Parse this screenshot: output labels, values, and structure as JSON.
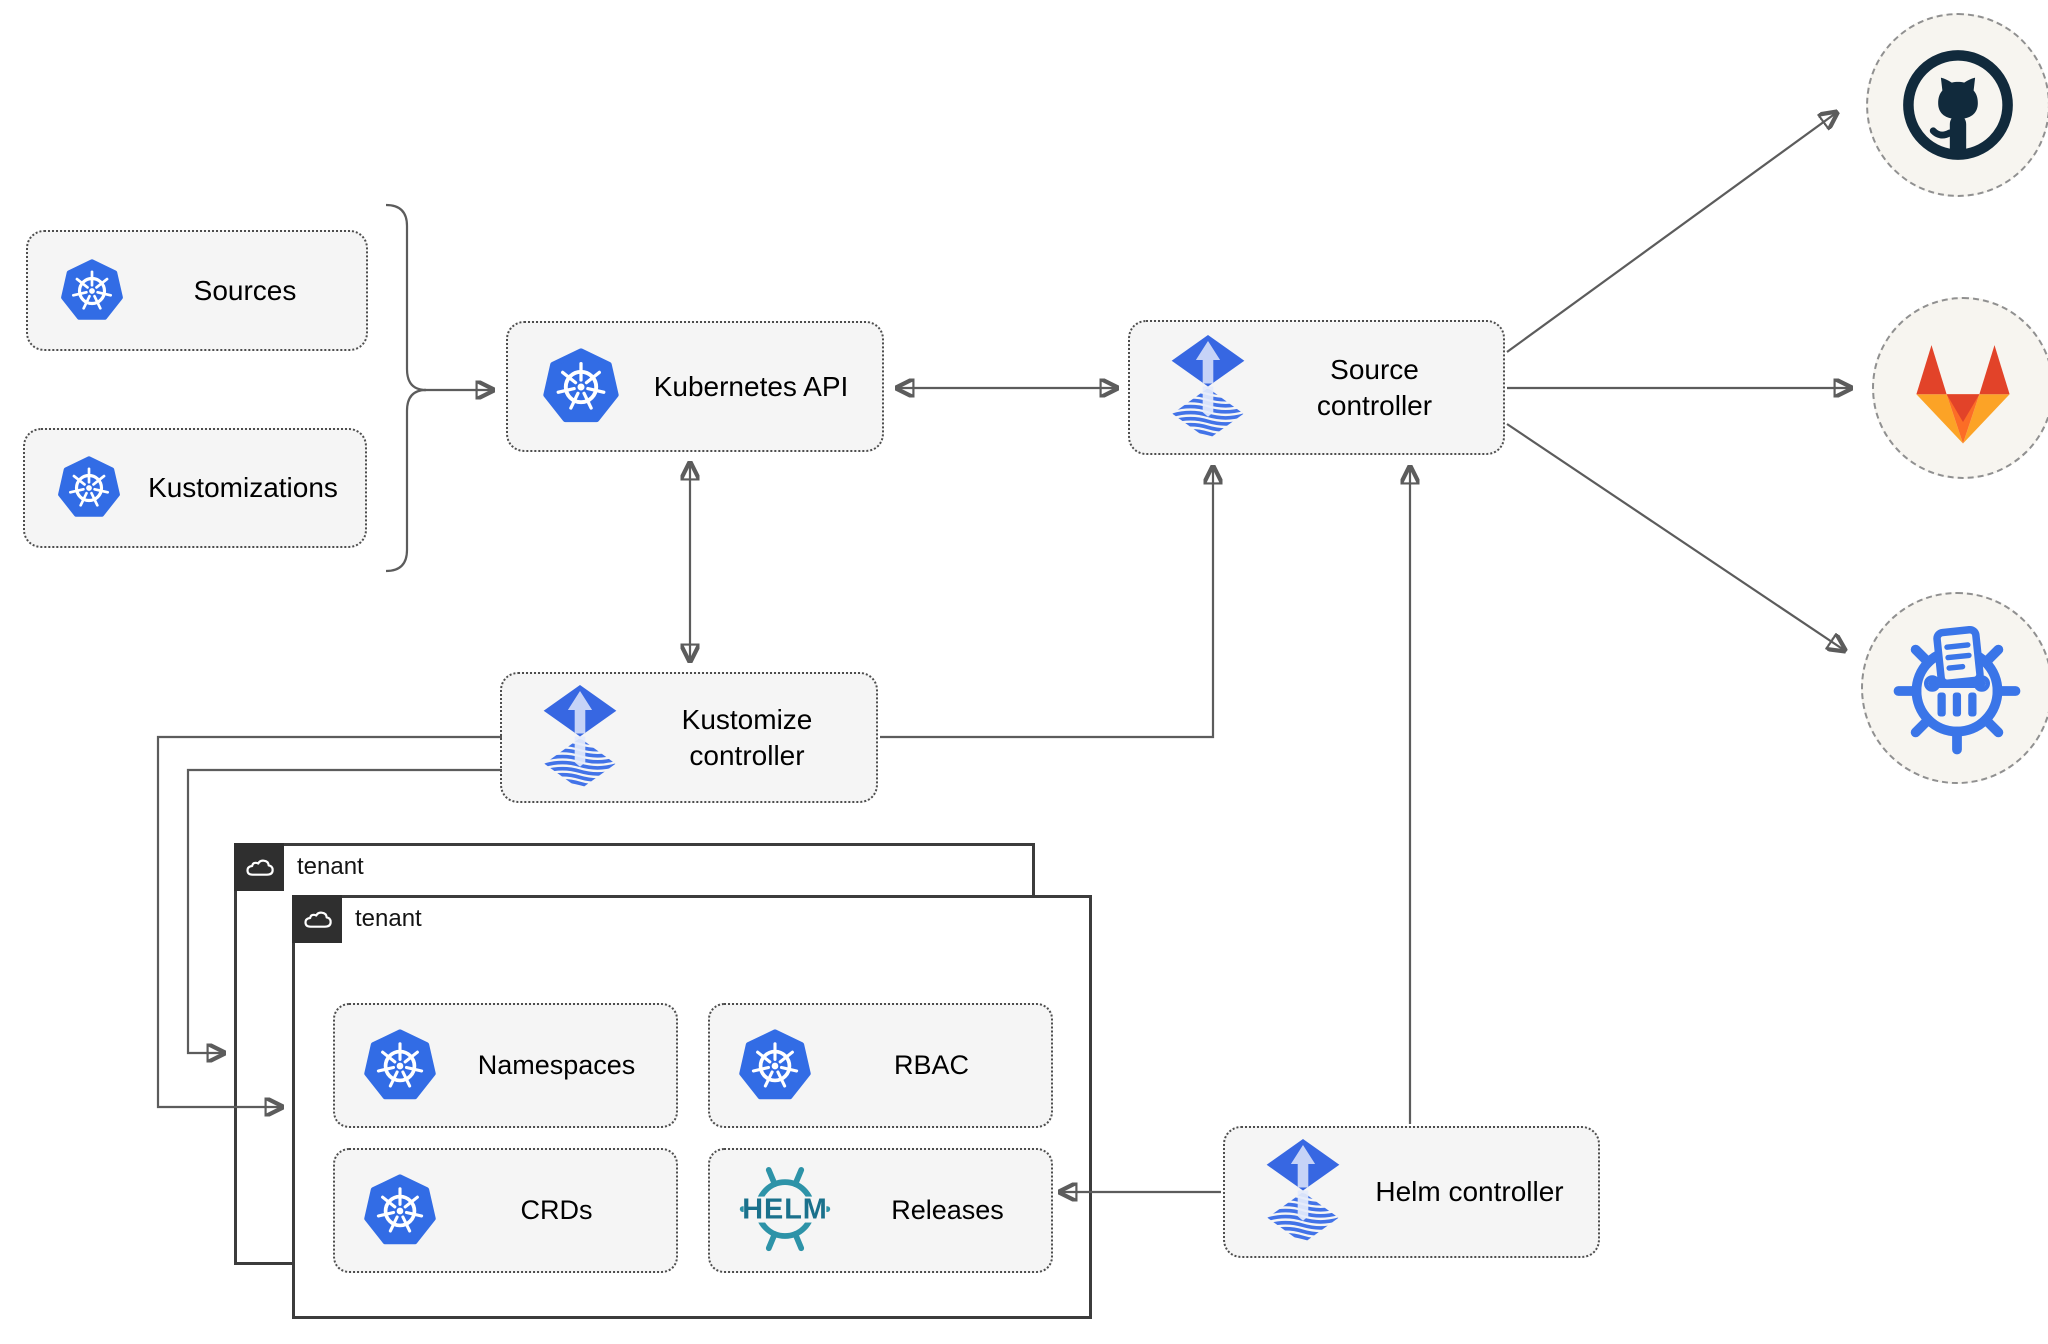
{
  "nodes": {
    "sources": {
      "label": "Sources",
      "icon": "kubernetes-icon"
    },
    "kustomizations": {
      "label": "Kustomizations",
      "icon": "kubernetes-icon"
    },
    "kubernetes_api": {
      "label": "Kubernetes API",
      "icon": "kubernetes-icon"
    },
    "source_controller": {
      "label": "Source controller",
      "icon": "flux-icon"
    },
    "kustomize_controller": {
      "label": "Kustomize controller",
      "icon": "flux-icon"
    },
    "helm_controller": {
      "label": "Helm controller",
      "icon": "flux-icon"
    },
    "namespaces": {
      "label": "Namespaces",
      "icon": "kubernetes-icon"
    },
    "rbac": {
      "label": "RBAC",
      "icon": "kubernetes-icon"
    },
    "crds": {
      "label": "CRDs",
      "icon": "kubernetes-icon"
    },
    "releases": {
      "label": "Releases",
      "icon": "helm-icon"
    }
  },
  "tenants": {
    "outer": {
      "label": "tenant",
      "icon": "cloud-icon"
    },
    "inner": {
      "label": "tenant",
      "icon": "cloud-icon"
    }
  },
  "remotes": {
    "github": {
      "icon": "github-icon"
    },
    "gitlab": {
      "icon": "gitlab-icon"
    },
    "chartmuseum": {
      "icon": "chartmuseum-icon"
    }
  },
  "helm_logo": {
    "text": "HELM"
  },
  "colors": {
    "kubernetes_blue": "#326ce5",
    "flux_blue": "#3767e2",
    "flux_arrow": "#c6d3f7",
    "helm_teal": "#2d93a8",
    "helm_text_teal": "#1a718c",
    "github_dark": "#112a3c",
    "gitlab_red": "#e24329",
    "gitlab_amber": "#fca326",
    "gitlab_orange": "#fc6d26",
    "chartmuseum_blue": "#3a75e8",
    "line_gray": "#5c5c5c",
    "node_fill": "#f5f5f5",
    "circle_fill": "#f7f5f0",
    "tenant_tab": "#2f2f2f"
  }
}
